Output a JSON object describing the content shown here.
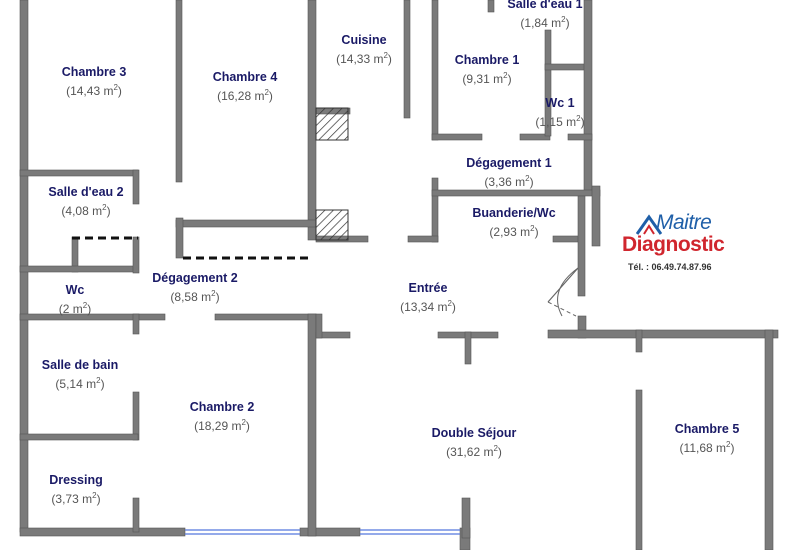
{
  "rooms": [
    {
      "name": "Salle d'eau 1",
      "area": "(1,84 m",
      "sup": "2",
      "close": ")"
    },
    {
      "name": "Chambre 3",
      "area": "(14,43 m",
      "sup": "2",
      "close": ")"
    },
    {
      "name": "Chambre 4",
      "area": "(16,28 m",
      "sup": "2",
      "close": ")"
    },
    {
      "name": "Cuisine",
      "area": "(14,33 m",
      "sup": "2",
      "close": ")"
    },
    {
      "name": "Chambre 1",
      "area": "(9,31 m",
      "sup": "2",
      "close": ")"
    },
    {
      "name": "Wc 1",
      "area": "(1,15 m",
      "sup": "2",
      "close": ")"
    },
    {
      "name": "Dégagement 1",
      "area": "(3,36 m",
      "sup": "2",
      "close": ")"
    },
    {
      "name": "Salle d'eau 2",
      "area": "(4,08 m",
      "sup": "2",
      "close": ")"
    },
    {
      "name": "Buanderie/Wc",
      "area": "(2,93 m",
      "sup": "2",
      "close": ")"
    },
    {
      "name": "Wc",
      "area": "(2 m",
      "sup": "2",
      "close": ")"
    },
    {
      "name": "Dégagement 2",
      "area": "(8,58 m",
      "sup": "2",
      "close": ")"
    },
    {
      "name": "Entrée",
      "area": "(13,34 m",
      "sup": "2",
      "close": ")"
    },
    {
      "name": "Salle de bain",
      "area": "(5,14 m",
      "sup": "2",
      "close": ")"
    },
    {
      "name": "Chambre 2",
      "area": "(18,29 m",
      "sup": "2",
      "close": ")"
    },
    {
      "name": "Double Séjour",
      "area": "(31,62 m",
      "sup": "2",
      "close": ")"
    },
    {
      "name": "Chambre 5",
      "area": "(11,68 m",
      "sup": "2",
      "close": ")"
    },
    {
      "name": "Dressing",
      "area": "(3,73 m",
      "sup": "2",
      "close": ")"
    }
  ],
  "logo": {
    "line1": "Maitre",
    "line2": "Diagnostic",
    "phone": "Tél. : 06.49.74.87.96",
    "colors": {
      "blue": "#1f5fa8",
      "red": "#d0262e"
    }
  },
  "colors": {
    "wall": "#7a7a7a",
    "text": "#1a1a66",
    "window": "#5577dd"
  }
}
